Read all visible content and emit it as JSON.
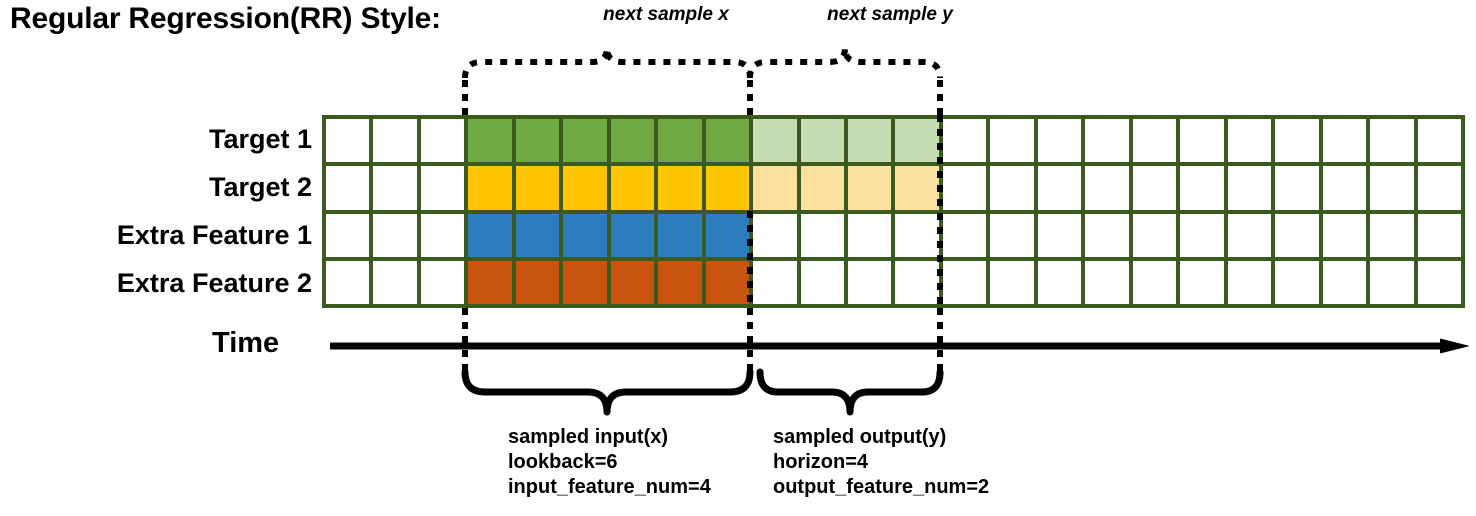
{
  "title": "Regular Regression(RR) Style:",
  "annotations": {
    "next_sample_x": "next sample x",
    "next_sample_y": "next sample y"
  },
  "rows": [
    {
      "label": "Target 1",
      "key": "target-1"
    },
    {
      "label": "Target 2",
      "key": "target-2"
    },
    {
      "label": "Extra Feature 1",
      "key": "extra-feature-1"
    },
    {
      "label": "Extra Feature 2",
      "key": "extra-feature-2"
    }
  ],
  "time_axis": {
    "label": "Time"
  },
  "captions": {
    "input": {
      "line1": "sampled input(x)",
      "line2": "lookback=6",
      "line3": "input_feature_num=4"
    },
    "output": {
      "line1": "sampled output(y)",
      "line2": "horizon=4",
      "line3": "output_feature_num=2"
    }
  },
  "grid": {
    "columns": 24,
    "rows": 4,
    "lookback_start_col": 3,
    "lookback": 6,
    "horizon": 4,
    "cell_colors": [
      [
        "white",
        "white",
        "white",
        "green",
        "green",
        "green",
        "green",
        "green",
        "green",
        "green-light",
        "green-light",
        "green-light",
        "green-light",
        "white",
        "white",
        "white",
        "white",
        "white",
        "white",
        "white",
        "white",
        "white",
        "white",
        "white"
      ],
      [
        "white",
        "white",
        "white",
        "yellow",
        "yellow",
        "yellow",
        "yellow",
        "yellow",
        "yellow",
        "yellow-light",
        "yellow-light",
        "yellow-light",
        "yellow-light",
        "white",
        "white",
        "white",
        "white",
        "white",
        "white",
        "white",
        "white",
        "white",
        "white",
        "white"
      ],
      [
        "white",
        "white",
        "white",
        "blue",
        "blue",
        "blue",
        "blue",
        "blue",
        "blue",
        "white",
        "white",
        "white",
        "white",
        "white",
        "white",
        "white",
        "white",
        "white",
        "white",
        "white",
        "white",
        "white",
        "white",
        "white"
      ],
      [
        "white",
        "white",
        "white",
        "orange",
        "orange",
        "orange",
        "orange",
        "orange",
        "orange",
        "white",
        "white",
        "white",
        "white",
        "white",
        "white",
        "white",
        "white",
        "white",
        "white",
        "white",
        "white",
        "white",
        "white",
        "white"
      ]
    ]
  },
  "colors": {
    "border": "#3a5a1e",
    "green": "#70a843",
    "green_light": "#c6ddb3",
    "yellow": "#ffc400",
    "yellow_light": "#fce0a0",
    "blue": "#2d7cbd",
    "orange": "#c8540f",
    "line": "#000000"
  }
}
